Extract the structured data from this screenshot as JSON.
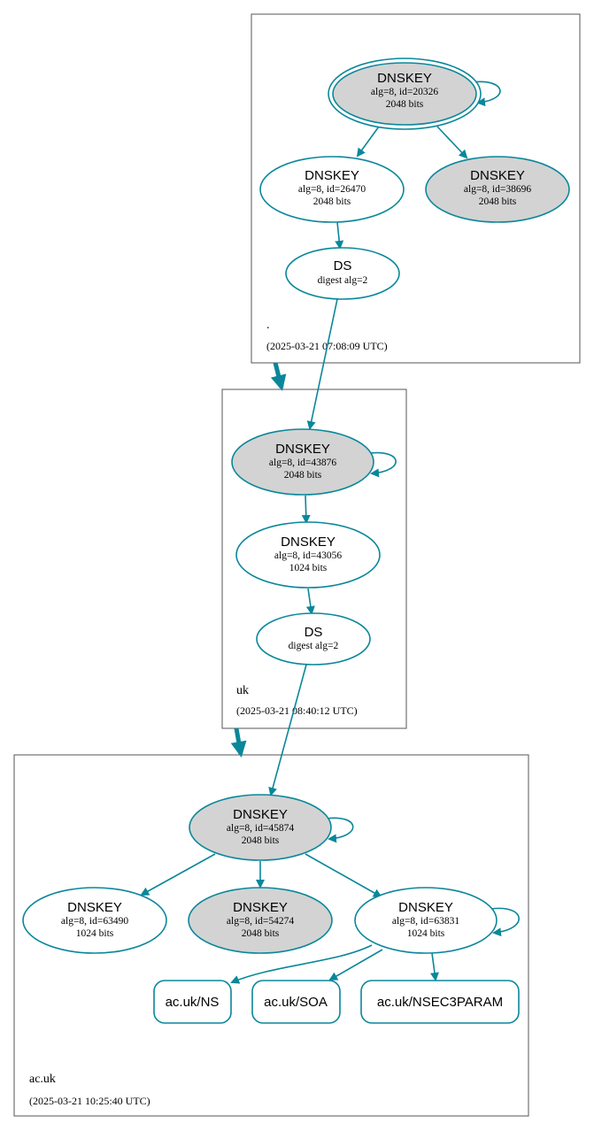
{
  "colors": {
    "edge": "#0a879a",
    "sep_fill": "#d3d3d3",
    "node_fill": "#ffffff",
    "zone_border": "#555555"
  },
  "zones": {
    "root": {
      "name": ".",
      "time": "(2025-03-21 07:08:09 UTC)"
    },
    "uk": {
      "name": "uk",
      "time": "(2025-03-21 08:40:12 UTC)"
    },
    "acuk": {
      "name": "ac.uk",
      "time": "(2025-03-21 10:25:40 UTC)"
    }
  },
  "nodes": {
    "root_ksk": {
      "type": "DNSKEY",
      "line1": "alg=8, id=20326",
      "line2": "2048 bits"
    },
    "root_zsk": {
      "type": "DNSKEY",
      "line1": "alg=8, id=26470",
      "line2": "2048 bits"
    },
    "root_zsk2": {
      "type": "DNSKEY",
      "line1": "alg=8, id=38696",
      "line2": "2048 bits"
    },
    "root_ds": {
      "type": "DS",
      "line1": "digest alg=2"
    },
    "uk_ksk": {
      "type": "DNSKEY",
      "line1": "alg=8, id=43876",
      "line2": "2048 bits"
    },
    "uk_zsk": {
      "type": "DNSKEY",
      "line1": "alg=8, id=43056",
      "line2": "1024 bits"
    },
    "uk_ds": {
      "type": "DS",
      "line1": "digest alg=2"
    },
    "ac_ksk": {
      "type": "DNSKEY",
      "line1": "alg=8, id=45874",
      "line2": "2048 bits"
    },
    "ac_k1": {
      "type": "DNSKEY",
      "line1": "alg=8, id=63490",
      "line2": "1024 bits"
    },
    "ac_k2": {
      "type": "DNSKEY",
      "line1": "alg=8, id=54274",
      "line2": "2048 bits"
    },
    "ac_k3": {
      "type": "DNSKEY",
      "line1": "alg=8, id=63831",
      "line2": "1024 bits"
    }
  },
  "rrsets": {
    "ns": "ac.uk/NS",
    "soa": "ac.uk/SOA",
    "nsec3param": "ac.uk/NSEC3PARAM"
  }
}
